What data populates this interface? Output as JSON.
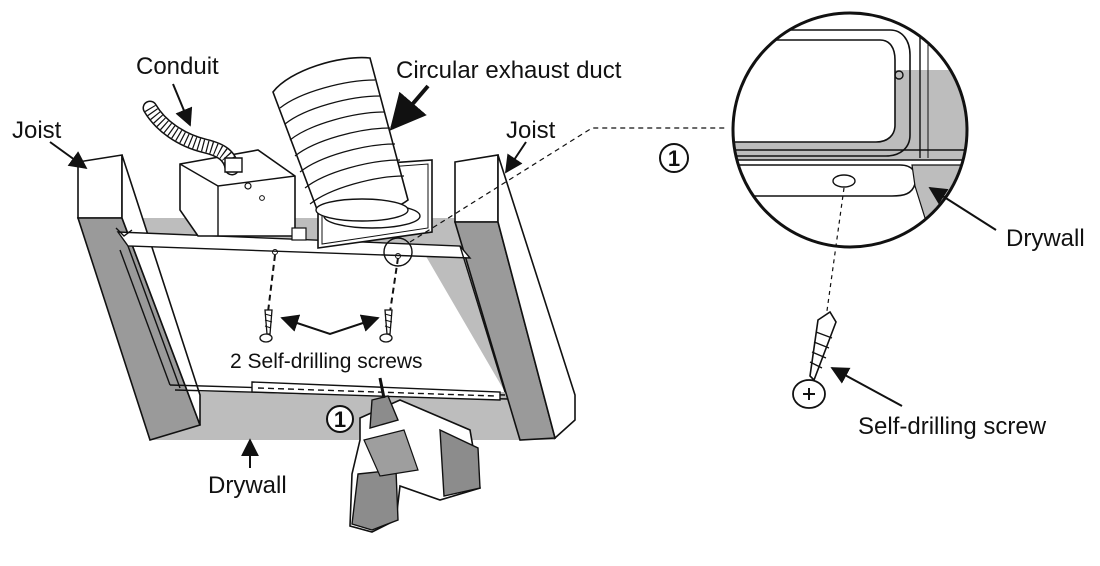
{
  "labels": {
    "joist_left": "Joist",
    "joist_right": "Joist",
    "conduit": "Conduit",
    "exhaust_duct": "Circular exhaust duct",
    "screws": "2 Self-drilling screws",
    "drywall_main": "Drywall",
    "drywall_detail": "Drywall",
    "screw_detail": "Self-drilling screw"
  },
  "steps": {
    "main": "1",
    "detail": "1"
  },
  "colors": {
    "drywall_gray": "#bdbdbd",
    "joist_gray": "#9a9a9a",
    "drill_gray": "#8c8c8c",
    "line": "#111111"
  }
}
